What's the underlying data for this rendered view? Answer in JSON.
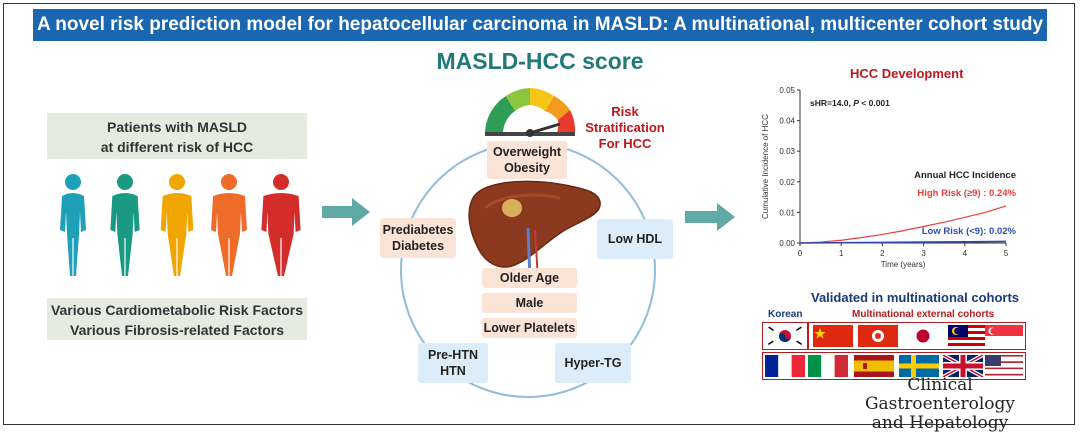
{
  "banner": {
    "title": "A novel risk prediction model for hepatocellular carcinoma in MASLD: A multinational, multicenter cohort study"
  },
  "score": {
    "title": "MASLD-HCC score"
  },
  "patients": {
    "box_line1": "Patients with MASLD",
    "box_line2": "at different risk of HCC",
    "factors_line1": "Various Cardiometabolic Risk Factors",
    "factors_line2": "Various Fibrosis-related Factors",
    "figure_colors": [
      "#1ea0b8",
      "#1a9a82",
      "#f0a500",
      "#ef6b2a",
      "#d42b2b"
    ]
  },
  "risk": {
    "label_line1": "Risk Stratification",
    "label_line2": "For HCC"
  },
  "factors": {
    "overweight_line1": "Overweight",
    "overweight_line2": "Obesity",
    "prediabetes_line1": "Prediabetes",
    "prediabetes_line2": "Diabetes",
    "low_hdl": "Low HDL",
    "older_age": "Older Age",
    "male": "Male",
    "lower_platelets": "Lower Platelets",
    "prehtn_line1": "Pre-HTN",
    "prehtn_line2": "HTN",
    "hypertg": "Hyper-TG"
  },
  "chart_data": {
    "type": "line",
    "title": "HCC Development",
    "xlabel": "Time (years)",
    "ylabel": "Cumulative Incidence of HCC",
    "xlim": [
      0,
      5
    ],
    "ylim": [
      0,
      0.05
    ],
    "x_ticks": [
      "0",
      "1",
      "2",
      "3",
      "4",
      "5"
    ],
    "y_ticks": [
      "0.00",
      "0.01",
      "0.02",
      "0.03",
      "0.04",
      "0.05"
    ],
    "annotation_shr": "sHR=14.0,",
    "annotation_p": "P",
    "annotation_p_value": "< 0.001",
    "annual_title": "Annual HCC Incidence",
    "series": [
      {
        "name": "High Risk (≥9) : 0.24%",
        "color": "#e8403a",
        "x": [
          0,
          0.5,
          1,
          1.5,
          2,
          2.5,
          3,
          3.5,
          4,
          4.5,
          5
        ],
        "y": [
          0,
          0.0003,
          0.0009,
          0.0018,
          0.0028,
          0.004,
          0.0054,
          0.0068,
          0.0084,
          0.01,
          0.0121
        ]
      },
      {
        "name": "Low Risk (<9): 0.02%",
        "color": "#2b4fa8",
        "x": [
          0,
          1,
          2,
          3,
          4,
          5
        ],
        "y": [
          0,
          0.0001,
          0.0002,
          0.0003,
          0.0004,
          0.0005
        ]
      }
    ]
  },
  "validation": {
    "title": "Validated in multinational cohorts",
    "korean_label": "Korean",
    "external_label": "Multinational external cohorts"
  },
  "journal": {
    "line1": "Clinical Gastroenterology",
    "line2": "and Hepatology"
  }
}
